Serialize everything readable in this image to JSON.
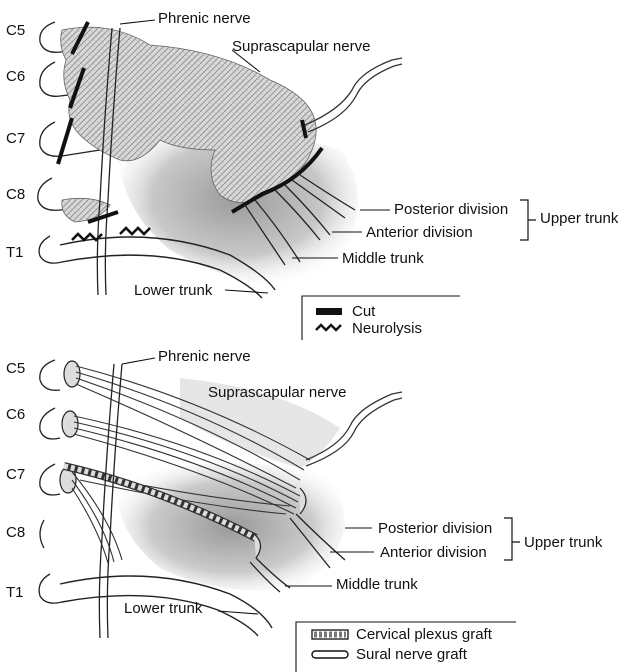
{
  "top": {
    "roots": [
      "C5",
      "C6",
      "C7",
      "C8",
      "T1"
    ],
    "labels": {
      "phrenic": "Phrenic nerve",
      "suprascapular": "Suprascapular nerve",
      "posterior_division": "Posterior division",
      "anterior_division": "Anterior division",
      "upper_trunk": "Upper trunk",
      "middle_trunk": "Middle trunk",
      "lower_trunk": "Lower trunk"
    },
    "legend": [
      {
        "symbol": "cut",
        "label": "Cut"
      },
      {
        "symbol": "neurolysis",
        "label": "Neurolysis"
      }
    ]
  },
  "bottom": {
    "roots": [
      "C5",
      "C6",
      "C7",
      "C8",
      "T1"
    ],
    "labels": {
      "phrenic": "Phrenic nerve",
      "suprascapular": "Suprascapular nerve",
      "posterior_division": "Posterior division",
      "anterior_division": "Anterior division",
      "upper_trunk": "Upper trunk",
      "middle_trunk": "Middle trunk",
      "lower_trunk": "Lower trunk"
    },
    "legend": [
      {
        "symbol": "cervical-plexus-graft",
        "label": "Cervical plexus graft"
      },
      {
        "symbol": "sural-nerve-graft",
        "label": "Sural nerve graft"
      }
    ]
  }
}
